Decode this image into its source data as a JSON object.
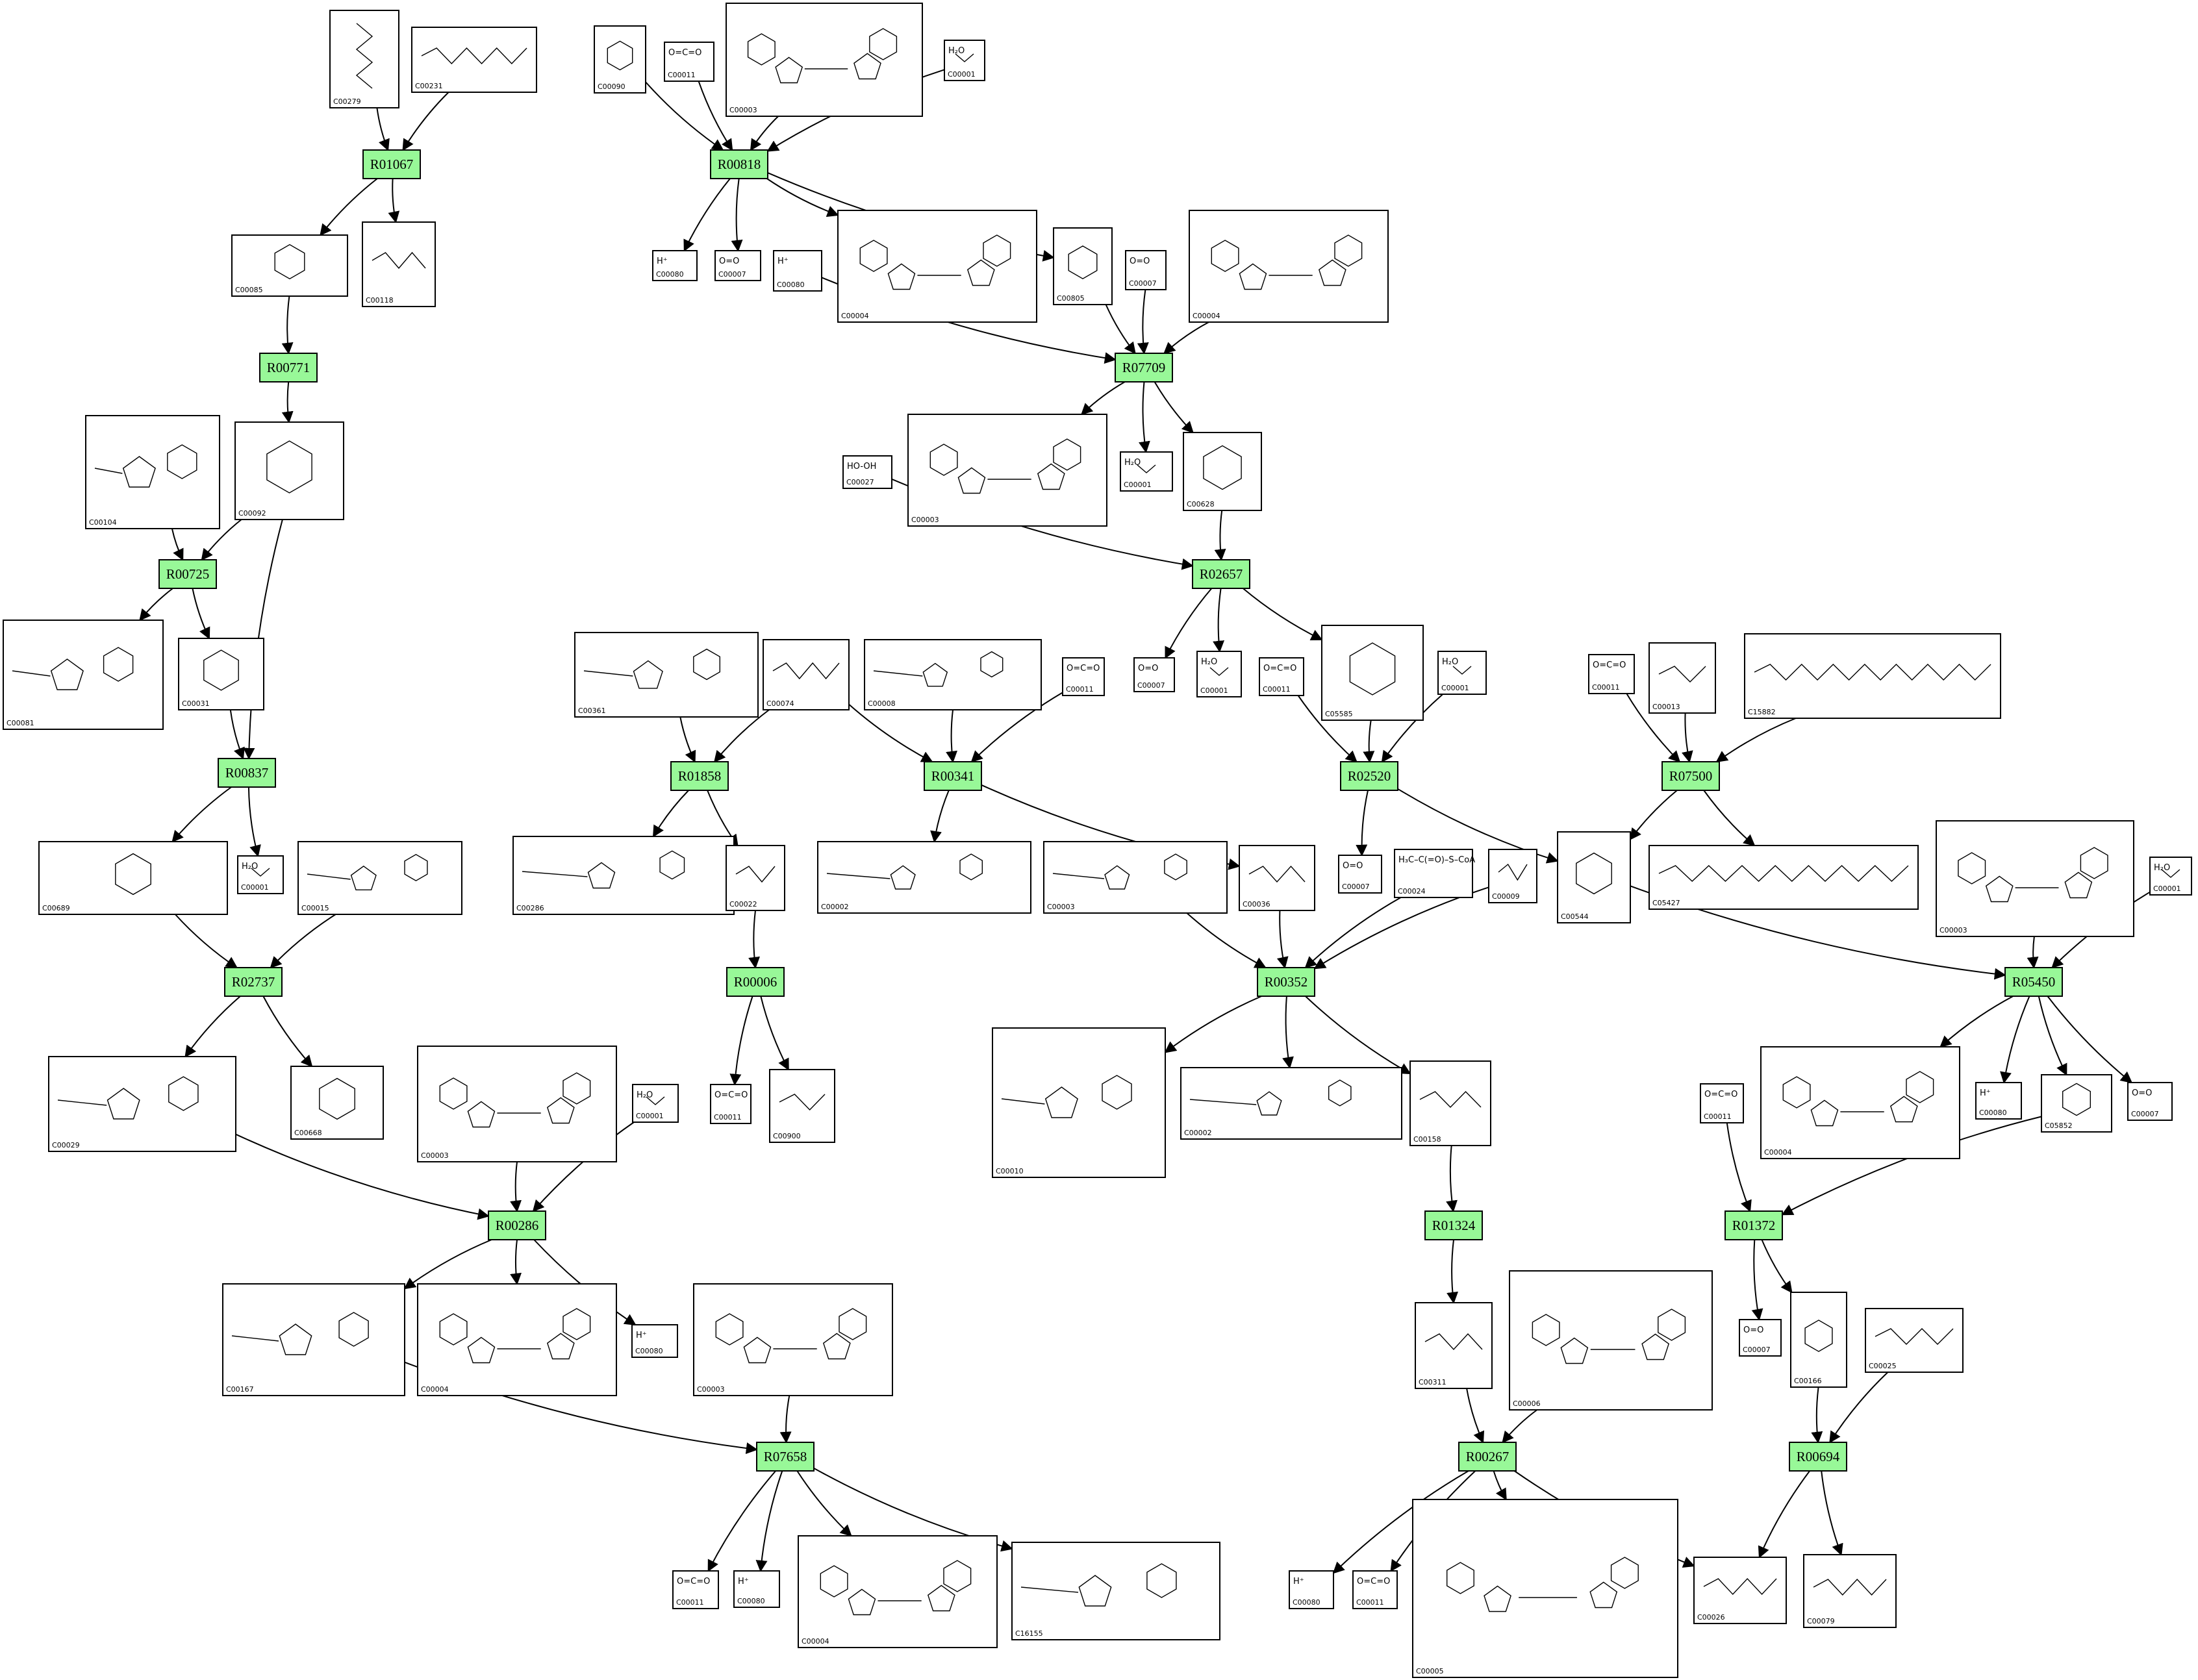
{
  "reactions": [
    {
      "id": "R01067"
    },
    {
      "id": "R00771"
    },
    {
      "id": "R00725"
    },
    {
      "id": "R00837"
    },
    {
      "id": "R02737"
    },
    {
      "id": "R00286"
    },
    {
      "id": "R00818"
    },
    {
      "id": "R07709"
    },
    {
      "id": "R02657"
    },
    {
      "id": "R01858"
    },
    {
      "id": "R00341"
    },
    {
      "id": "R02520"
    },
    {
      "id": "R07500"
    },
    {
      "id": "R00006"
    },
    {
      "id": "R00352"
    },
    {
      "id": "R05450"
    },
    {
      "id": "R01324"
    },
    {
      "id": "R01372"
    },
    {
      "id": "R00267"
    },
    {
      "id": "R00694"
    },
    {
      "id": "R07658"
    }
  ],
  "compounds": [
    {
      "key": "n00279",
      "code": "C00279",
      "formula": ""
    },
    {
      "key": "n00231",
      "code": "C00231",
      "formula": ""
    },
    {
      "key": "n00085",
      "code": "C00085",
      "formula": ""
    },
    {
      "key": "n00118",
      "code": "C00118",
      "formula": ""
    },
    {
      "key": "n00092",
      "code": "C00092",
      "formula": ""
    },
    {
      "key": "n00104",
      "code": "C00104",
      "formula": ""
    },
    {
      "key": "n00081",
      "code": "C00081",
      "formula": ""
    },
    {
      "key": "n00031",
      "code": "C00031",
      "formula": ""
    },
    {
      "key": "n00689",
      "code": "C00689",
      "formula": ""
    },
    {
      "key": "n00001a",
      "code": "C00001",
      "formula": "H₂O"
    },
    {
      "key": "n00015",
      "code": "C00015",
      "formula": ""
    },
    {
      "key": "n00029",
      "code": "C00029",
      "formula": ""
    },
    {
      "key": "n00668",
      "code": "C00668",
      "formula": ""
    },
    {
      "key": "n00003a",
      "code": "C00003",
      "formula": ""
    },
    {
      "key": "n00001b",
      "code": "C00001",
      "formula": "H₂O"
    },
    {
      "key": "n00167",
      "code": "C00167",
      "formula": ""
    },
    {
      "key": "n00004a",
      "code": "C00004",
      "formula": ""
    },
    {
      "key": "n00080a",
      "code": "C00080",
      "formula": "H⁺"
    },
    {
      "key": "n00003b",
      "code": "C00003",
      "formula": ""
    },
    {
      "key": "n00011a",
      "code": "C00011",
      "formula": "O=C=O"
    },
    {
      "key": "n00080b",
      "code": "C00080",
      "formula": "H⁺"
    },
    {
      "key": "n00004b",
      "code": "C00004",
      "formula": ""
    },
    {
      "key": "n16155",
      "code": "C16155",
      "formula": ""
    },
    {
      "key": "n00090",
      "code": "C00090",
      "formula": ""
    },
    {
      "key": "n00011b",
      "code": "C00011",
      "formula": "O=C=O"
    },
    {
      "key": "n00003c",
      "code": "C00003",
      "formula": ""
    },
    {
      "key": "n00001c",
      "code": "C00001",
      "formula": "H₂O"
    },
    {
      "key": "n00080c",
      "code": "C00080",
      "formula": "H⁺"
    },
    {
      "key": "n00007a",
      "code": "C00007",
      "formula": "O=O"
    },
    {
      "key": "n00080d",
      "code": "C00080",
      "formula": "H⁺"
    },
    {
      "key": "n00004c",
      "code": "C00004",
      "formula": ""
    },
    {
      "key": "n00805",
      "code": "C00805",
      "formula": ""
    },
    {
      "key": "n00007b",
      "code": "C00007",
      "formula": "O=O"
    },
    {
      "key": "n00004d",
      "code": "C00004",
      "formula": ""
    },
    {
      "key": "n00003d",
      "code": "C00003",
      "formula": ""
    },
    {
      "key": "n00001d",
      "code": "C00001",
      "formula": "H₂O"
    },
    {
      "key": "n00628",
      "code": "C00628",
      "formula": ""
    },
    {
      "key": "n00027",
      "code": "C00027",
      "formula": "HO-OH"
    },
    {
      "key": "n00361",
      "code": "C00361",
      "formula": ""
    },
    {
      "key": "n00074",
      "code": "C00074",
      "formula": ""
    },
    {
      "key": "n00008",
      "code": "C00008",
      "formula": ""
    },
    {
      "key": "n00011c",
      "code": "C00011",
      "formula": "O=C=O"
    },
    {
      "key": "n00007c",
      "code": "C00007",
      "formula": "O=O"
    },
    {
      "key": "n00001e",
      "code": "C00001",
      "formula": "H₂O"
    },
    {
      "key": "n00011d",
      "code": "C00011",
      "formula": "O=C=O"
    },
    {
      "key": "n05585",
      "code": "C05585",
      "formula": ""
    },
    {
      "key": "n00001f",
      "code": "C00001",
      "formula": "H₂O"
    },
    {
      "key": "n00286",
      "code": "C00286",
      "formula": ""
    },
    {
      "key": "n00022",
      "code": "C00022",
      "formula": ""
    },
    {
      "key": "n00002a",
      "code": "C00002",
      "formula": ""
    },
    {
      "key": "n00003e",
      "code": "C00003",
      "formula": ""
    },
    {
      "key": "n00036",
      "code": "C00036",
      "formula": ""
    },
    {
      "key": "n00007d",
      "code": "C00007",
      "formula": "O=O"
    },
    {
      "key": "n00024",
      "code": "C00024",
      "formula": "H₃C–C(=O)–S–CoA"
    },
    {
      "key": "n00009",
      "code": "C00009",
      "formula": ""
    },
    {
      "key": "n00011e",
      "code": "C00011",
      "formula": "O=C=O"
    },
    {
      "key": "n00013",
      "code": "C00013",
      "formula": ""
    },
    {
      "key": "n15882",
      "code": "C15882",
      "formula": ""
    },
    {
      "key": "n00544",
      "code": "C00544",
      "formula": ""
    },
    {
      "key": "n05427",
      "code": "C05427",
      "formula": ""
    },
    {
      "key": "n00003f",
      "code": "C00003",
      "formula": ""
    },
    {
      "key": "n00001g",
      "code": "C00001",
      "formula": "H₂O"
    },
    {
      "key": "n00011f",
      "code": "C00011",
      "formula": "O=C=O"
    },
    {
      "key": "n00900",
      "code": "C00900",
      "formula": ""
    },
    {
      "key": "n00010",
      "code": "C00010",
      "formula": ""
    },
    {
      "key": "n00002b",
      "code": "C00002",
      "formula": ""
    },
    {
      "key": "n00158",
      "code": "C00158",
      "formula": ""
    },
    {
      "key": "n00004e",
      "code": "C00004",
      "formula": ""
    },
    {
      "key": "n00080e",
      "code": "C00080",
      "formula": "H⁺"
    },
    {
      "key": "n05852",
      "code": "C05852",
      "formula": ""
    },
    {
      "key": "n00007e",
      "code": "C00007",
      "formula": "O=O"
    },
    {
      "key": "n00011g",
      "code": "C00011",
      "formula": "O=C=O"
    },
    {
      "key": "n00311",
      "code": "C00311",
      "formula": ""
    },
    {
      "key": "n00006",
      "code": "C00006",
      "formula": ""
    },
    {
      "key": "n00007f",
      "code": "C00007",
      "formula": "O=O"
    },
    {
      "key": "n00166",
      "code": "C00166",
      "formula": ""
    },
    {
      "key": "n00025",
      "code": "C00025",
      "formula": ""
    },
    {
      "key": "n00080f",
      "code": "C00080",
      "formula": "H⁺"
    },
    {
      "key": "n00011h",
      "code": "C00011",
      "formula": "O=C=O"
    },
    {
      "key": "n00005",
      "code": "C00005",
      "formula": ""
    },
    {
      "key": "n00026",
      "code": "C00026",
      "formula": ""
    },
    {
      "key": "n00079",
      "code": "C00079",
      "formula": ""
    }
  ],
  "edges": [
    [
      "n00279",
      "R01067"
    ],
    [
      "n00231",
      "R01067"
    ],
    [
      "R01067",
      "n00085"
    ],
    [
      "R01067",
      "n00118"
    ],
    [
      "n00085",
      "R00771"
    ],
    [
      "R00771",
      "n00092"
    ],
    [
      "n00104",
      "R00725"
    ],
    [
      "n00092",
      "R00725"
    ],
    [
      "R00725",
      "n00081"
    ],
    [
      "R00725",
      "n00031"
    ],
    [
      "n00092",
      "R00837"
    ],
    [
      "n00031",
      "R00837"
    ],
    [
      "R00837",
      "n00689"
    ],
    [
      "R00837",
      "n00001a"
    ],
    [
      "n00689",
      "R02737"
    ],
    [
      "n00015",
      "R02737"
    ],
    [
      "R02737",
      "n00029"
    ],
    [
      "R02737",
      "n00668"
    ],
    [
      "n00029",
      "R00286"
    ],
    [
      "n00003a",
      "R00286"
    ],
    [
      "n00001b",
      "R00286"
    ],
    [
      "R00286",
      "n00167"
    ],
    [
      "R00286",
      "n00004a"
    ],
    [
      "R00286",
      "n00080a"
    ],
    [
      "n00167",
      "R07658"
    ],
    [
      "n00003b",
      "R07658"
    ],
    [
      "R07658",
      "n00011a"
    ],
    [
      "R07658",
      "n00080b"
    ],
    [
      "R07658",
      "n00004b"
    ],
    [
      "R07658",
      "n16155"
    ],
    [
      "n00090",
      "R00818"
    ],
    [
      "n00011b",
      "R00818"
    ],
    [
      "n00003c",
      "R00818"
    ],
    [
      "n00001c",
      "R00818"
    ],
    [
      "R00818",
      "n00080c"
    ],
    [
      "R00818",
      "n00007a"
    ],
    [
      "R00818",
      "n00004c"
    ],
    [
      "R00818",
      "n00805"
    ],
    [
      "n00080d",
      "R07709"
    ],
    [
      "n00805",
      "R07709"
    ],
    [
      "n00007b",
      "R07709"
    ],
    [
      "n00004d",
      "R07709"
    ],
    [
      "R07709",
      "n00003d"
    ],
    [
      "R07709",
      "n00001d"
    ],
    [
      "R07709",
      "n00628"
    ],
    [
      "n00628",
      "R02657"
    ],
    [
      "n00027",
      "R02657"
    ],
    [
      "R02657",
      "n00007c"
    ],
    [
      "R02657",
      "n00001e"
    ],
    [
      "R02657",
      "n05585"
    ],
    [
      "n00361",
      "R01858"
    ],
    [
      "n00074",
      "R01858"
    ],
    [
      "R01858",
      "n00286"
    ],
    [
      "R01858",
      "n00022"
    ],
    [
      "n00074",
      "R00341"
    ],
    [
      "n00008",
      "R00341"
    ],
    [
      "n00011c",
      "R00341"
    ],
    [
      "R00341",
      "n00002a"
    ],
    [
      "R00341",
      "n00036"
    ],
    [
      "n00011d",
      "R02520"
    ],
    [
      "n05585",
      "R02520"
    ],
    [
      "n00001f",
      "R02520"
    ],
    [
      "R02520",
      "n00007d"
    ],
    [
      "R02520",
      "n00544"
    ],
    [
      "n00011e",
      "R07500"
    ],
    [
      "n00013",
      "R07500"
    ],
    [
      "n15882",
      "R07500"
    ],
    [
      "R07500",
      "n00544"
    ],
    [
      "R07500",
      "n05427"
    ],
    [
      "n00022",
      "R00006"
    ],
    [
      "R00006",
      "n00011f"
    ],
    [
      "R00006",
      "n00900"
    ],
    [
      "n00003e",
      "R00352"
    ],
    [
      "n00036",
      "R00352"
    ],
    [
      "n00024",
      "R00352"
    ],
    [
      "n00009",
      "R00352"
    ],
    [
      "R00352",
      "n00010"
    ],
    [
      "R00352",
      "n00002b"
    ],
    [
      "R00352",
      "n00158"
    ],
    [
      "n00544",
      "R05450"
    ],
    [
      "n00003f",
      "R05450"
    ],
    [
      "n00001g",
      "R05450"
    ],
    [
      "R05450",
      "n00004e"
    ],
    [
      "R05450",
      "n00080e"
    ],
    [
      "R05450",
      "n05852"
    ],
    [
      "R05450",
      "n00007e"
    ],
    [
      "n00158",
      "R01324"
    ],
    [
      "R01324",
      "n00311"
    ],
    [
      "n00011g",
      "R01372"
    ],
    [
      "n05852",
      "R01372"
    ],
    [
      "R01372",
      "n00007f"
    ],
    [
      "R01372",
      "n00166"
    ],
    [
      "n00311",
      "R00267"
    ],
    [
      "n00006",
      "R00267"
    ],
    [
      "R00267",
      "n00080f"
    ],
    [
      "R00267",
      "n00011h"
    ],
    [
      "R00267",
      "n00005"
    ],
    [
      "R00267",
      "n00026"
    ],
    [
      "n00166",
      "R00694"
    ],
    [
      "n00025",
      "R00694"
    ],
    [
      "R00694",
      "n00026"
    ],
    [
      "R00694",
      "n00079"
    ]
  ]
}
